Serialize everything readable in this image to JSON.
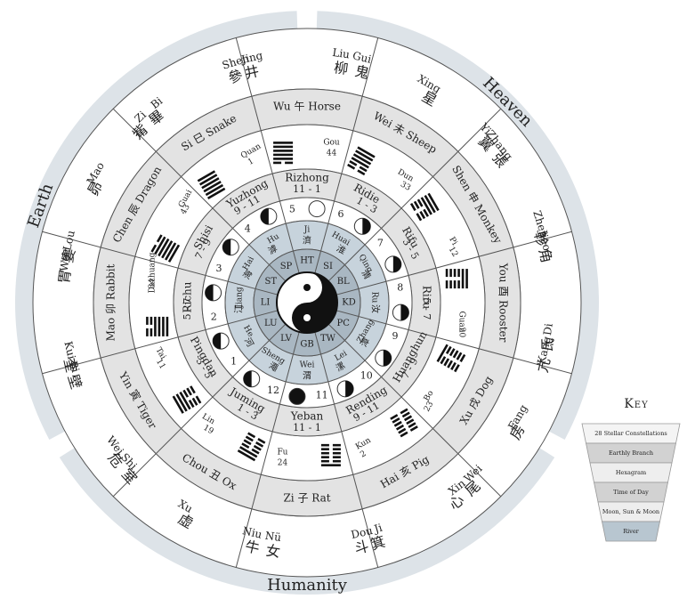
{
  "outer_labels": {
    "heaven": "Heaven",
    "earth": "Earth",
    "humanity": "Humanity"
  },
  "constellations": [
    "Jing 井|Gui 鬼",
    "Liu 柳|Xing 星|Zhang 張",
    "Yi 翼|Zhen 軫",
    "Jiao 角|Kang 亢",
    "Di 氐|Fang 房|Xin 心",
    "Wei 尾|Ji 箕",
    "Dou 斗|Niu 牛",
    "Nü 女|Xu 虛|Wei 危",
    "Shi 室|Bi 壁",
    "Kui 奎|Lou 婁",
    "Wei 胃|Mao 昴|Bi 畢",
    "Zi 觜|Shen 參"
  ],
  "branches": [
    "Wu 午 Horse",
    "Wei 未 Sheep",
    "Shen 申 Monkey",
    "You 酉 Rooster",
    "Xu 戌 Dog",
    "Hai 亥 Pig",
    "Zi 子 Rat",
    "Chou 丑 Ox",
    "Yin 寅 Tiger",
    "Mao 卯 Rabbit",
    "Chen 辰 Dragon",
    "Si 巳 Snake"
  ],
  "hexagrams": [
    {
      "name": "Gou",
      "num": "44",
      "lines": "111110"
    },
    {
      "name": "Dun",
      "num": "33",
      "lines": "111100"
    },
    {
      "name": "Pi",
      "num": "12",
      "lines": "111000"
    },
    {
      "name": "Guan",
      "num": "20",
      "lines": "110000"
    },
    {
      "name": "Bo",
      "num": "23",
      "lines": "100000"
    },
    {
      "name": "Kun",
      "num": "2",
      "lines": "000000"
    },
    {
      "name": "Fu",
      "num": "24",
      "lines": "000001"
    },
    {
      "name": "Lin",
      "num": "19",
      "lines": "000011"
    },
    {
      "name": "Tai",
      "num": "11",
      "lines": "000111"
    },
    {
      "name": "Dazhuang",
      "num": "34",
      "lines": "001111"
    },
    {
      "name": "Guai",
      "num": "43",
      "lines": "011111"
    },
    {
      "name": "Quan",
      "num": "1",
      "lines": "111111"
    }
  ],
  "times": [
    {
      "name": "Rizhong",
      "range": "11 - 1"
    },
    {
      "name": "Ridie",
      "range": "1 - 3"
    },
    {
      "name": "Rifu",
      "range": "3 - 5"
    },
    {
      "name": "Riru",
      "range": "5 - 7"
    },
    {
      "name": "Huanghun",
      "range": "7 - 9"
    },
    {
      "name": "Rending",
      "range": "9 - 11"
    },
    {
      "name": "Yeban",
      "range": "11 - 1"
    },
    {
      "name": "Juming",
      "range": "1 - 3"
    },
    {
      "name": "Pingdan",
      "range": "3 - 5"
    },
    {
      "name": "Richu",
      "range": "5 - 7"
    },
    {
      "name": "Shisi",
      "range": "7 - 9"
    },
    {
      "name": "Yuzhong",
      "range": "9 - 11"
    }
  ],
  "moons": [
    {
      "num": "5",
      "phase": "full"
    },
    {
      "num": "6",
      "phase": "gibbous-waning"
    },
    {
      "num": "7",
      "phase": "last-quarter"
    },
    {
      "num": "8",
      "phase": "crescent-waning"
    },
    {
      "num": "9",
      "phase": "thin-waning"
    },
    {
      "num": "10",
      "phase": "near-new"
    },
    {
      "num": "11",
      "phase": "new"
    },
    {
      "num": "12",
      "phase": "thin-waxing"
    },
    {
      "num": "1",
      "phase": "crescent-waxing"
    },
    {
      "num": "2",
      "phase": "first-quarter"
    },
    {
      "num": "3",
      "phase": "quarter-bulge"
    },
    {
      "num": "4",
      "phase": "gibbous-waxing"
    }
  ],
  "rivers": [
    "Ji 濟",
    "Huai 淮",
    "Qing 清",
    "Ru 汝",
    "Zhang 漳",
    "Lei 漯",
    "Wei 渭",
    "Sheng 澠",
    "He 河",
    "Jiang 江",
    "Hai 海",
    "Hu 滹"
  ],
  "meridians": [
    "HT",
    "SI",
    "BL",
    "KD",
    "PC",
    "TW",
    "GB",
    "LV",
    "LU",
    "LI",
    "ST",
    "SP"
  ],
  "key": {
    "title": "Key",
    "items": [
      "28 Stellar Constellations",
      "Earthly Branch",
      "Hexagram",
      "Time of Day",
      "Moon, Sun & Moon",
      "River"
    ]
  },
  "colors": {
    "outer_band": "#dde3e8",
    "ring_light": "#ffffff",
    "ring_grey": "#e3e3e3",
    "river": "#c7d3dc",
    "meridian": "#a9b7c2",
    "line": "#555555"
  }
}
